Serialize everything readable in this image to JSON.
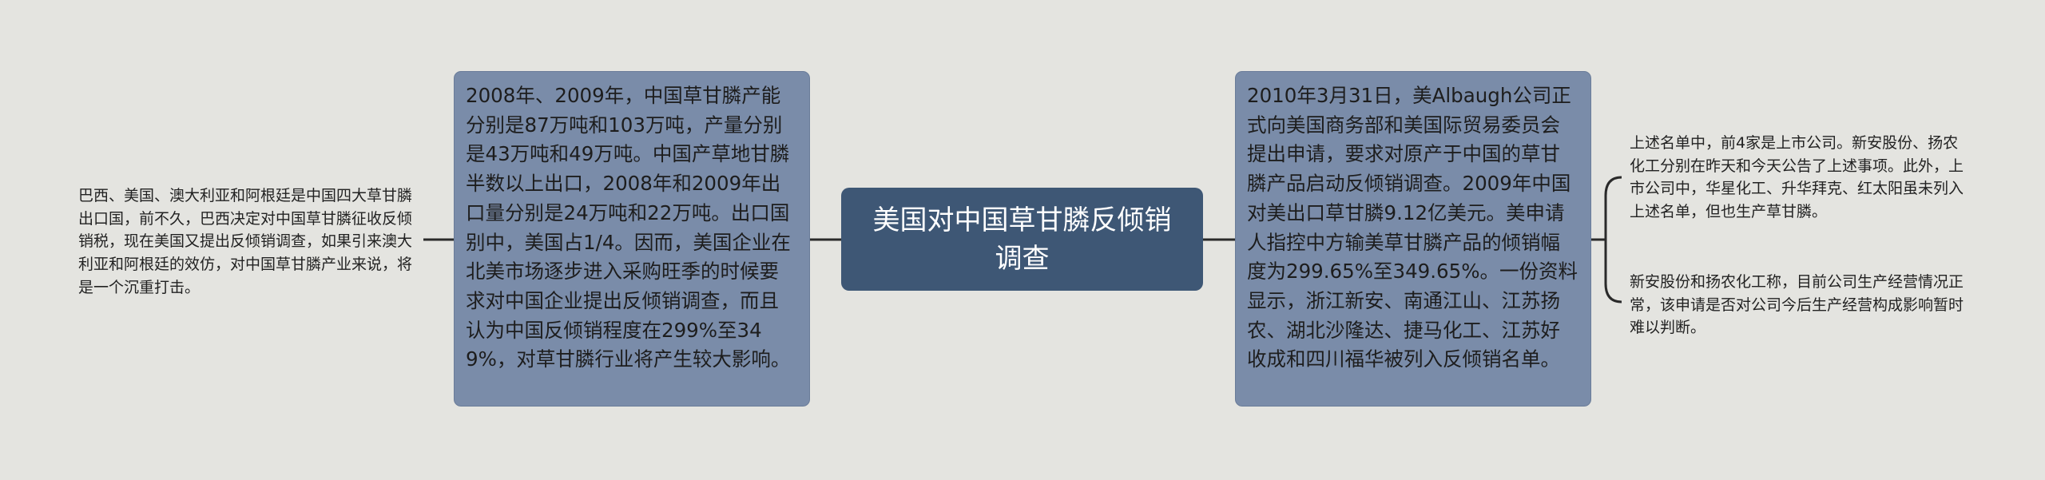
{
  "root": {
    "title": "美国对中国草甘膦反倾销调查"
  },
  "left_card": {
    "text": "2008年、2009年，中国草甘膦产能分别是87万吨和103万吨，产量分别是43万吨和49万吨。中国产草地甘膦半数以上出口，2008年和2009年出口量分别是24万吨和22万吨。出口国别中，美国占1/4。因而，美国企业在北美市场逐步进入采购旺季的时候要求对中国企业提出反倾销调查，而且认为中国反倾销程度在299%至349%，对草甘膦行业将产生较大影响。"
  },
  "left_leaf": {
    "text": "巴西、美国、澳大利亚和阿根廷是中国四大草甘膦出口国，前不久，巴西决定对中国草甘膦征收反倾销税，现在美国又提出反倾销调查，如果引来澳大利亚和阿根廷的效仿，对中国草甘膦产业来说，将是一个沉重打击。"
  },
  "right_card": {
    "text": "2010年3月31日，美Albaugh公司正式向美国商务部和美国际贸易委员会提出申请，要求对原产于中国的草甘膦产品启动反倾销调查。2009年中国对美出口草甘膦9.12亿美元。美申请人指控中方输美草甘膦产品的倾销幅度为299.65%至349.65%。一份资料显示，浙江新安、南通江山、江苏扬农、湖北沙隆达、捷马化工、江苏好收成和四川福华被列入反倾销名单。"
  },
  "right_leaves": [
    {
      "text": "上述名单中，前4家是上市公司。新安股份、扬农化工分别在昨天和今天公告了上述事项。此外，上市公司中，华星化工、升华拜克、红太阳虽未列入上述名单，但也生产草甘膦。"
    },
    {
      "text": "新安股份和扬农化工称，目前公司生产经营情况正常，该申请是否对公司今后生产经营构成影响暂时难以判断。"
    }
  ],
  "colors": {
    "background": "#e4e4e0",
    "root_fill": "#3e5775",
    "card_fill": "#7a8ca9",
    "line": "#2a2a2a"
  }
}
